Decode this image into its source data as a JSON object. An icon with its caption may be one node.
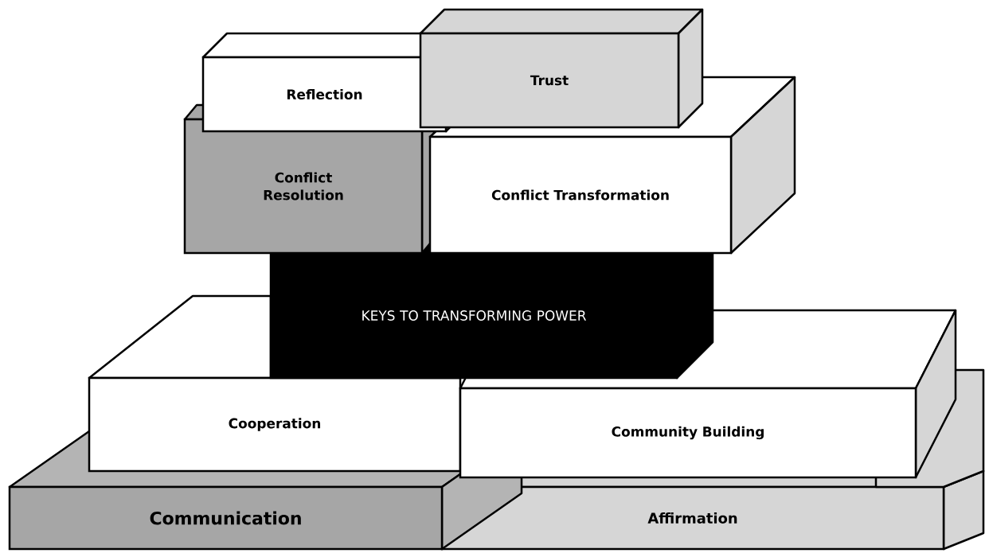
{
  "diagram": {
    "nodes": [
      {
        "text": [
          "Reflection"
        ]
      },
      {
        "text": [
          "Trust"
        ]
      },
      {
        "text": [
          "Conflict Resolution"
        ]
      },
      {
        "text": [
          "Conflict Transformation"
        ]
      },
      {
        "text": [
          "KEYS TO TRANSFORMING POWER"
        ]
      },
      {
        "text": [
          "Cooperation"
        ]
      },
      {
        "text": [
          "Community Building"
        ]
      },
      {
        "text": [
          "Communication"
        ]
      },
      {
        "text": [
          "Affirmation"
        ]
      }
    ]
  }
}
